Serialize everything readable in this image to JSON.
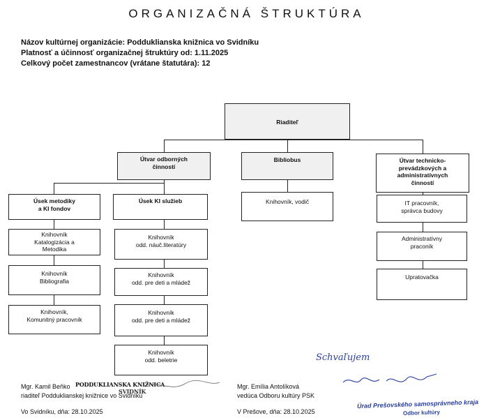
{
  "title": "ORGANIZAČNÁ ŠTRUKTÚRA",
  "meta": {
    "line1": "Názov kultúrnej organizácie: Podduklianska knižnica vo Svidníku",
    "line2": "Platnosť a účinnosť organizačnej štruktúry od: 1.11.2025",
    "line3": "Celkový počet zamestnancov (vrátane štatutára): 12"
  },
  "org": {
    "director": "Riaditeľ",
    "dept_professional": [
      "Útvar odborných",
      "činností"
    ],
    "dept_bibliobus": "Bibliobus",
    "dept_technical": [
      "Útvar technicko-",
      "prevádzkových a",
      "administratívnych",
      "činností"
    ],
    "section_methodics": [
      "Úsek metodiky",
      "a KI fondov"
    ],
    "section_services": "Úsek KI služieb",
    "bibliobus_staff": "Knihovník, vodič",
    "tech_staff": [
      [
        "IT pracovník,",
        "správca budovy"
      ],
      [
        "Administratívny",
        "praconík"
      ],
      [
        "Upratovačka"
      ]
    ],
    "methodics_staff": [
      [
        "Knihovník",
        "Katalogizácia a",
        "Metodika"
      ],
      [
        "Knihovník",
        "Bibliografia"
      ],
      [
        "Knihovník,",
        "Komunitný pracovník"
      ]
    ],
    "services_staff": [
      [
        "Knihovník",
        "odd. náuč.literatúry"
      ],
      [
        "Knihovník",
        "odd. pre deti a mládež"
      ],
      [
        "Knihovník",
        "odd. pre deti a mládež"
      ],
      [
        "Knihovník",
        "odd. beletrie"
      ]
    ]
  },
  "signatures": {
    "left_name": "Mgr. Kamil Beňko",
    "left_role": "riaditeľ Podduklianskej knižnice vo Svidníku",
    "left_stamp": [
      "PODDUKLIANSKA KNIŽNICA",
      "SVIDNÍK"
    ],
    "left_date": "Vo Svidníku, dňa: 28.10.2025",
    "right_handwritten": "Schvaľujem",
    "right_name": "Mgr. Emília Antolíková",
    "right_role": "vedúca Odboru kultúry PSK",
    "right_date": "V Prešove, dňa: 28.10.2025",
    "right_stamp": [
      "Úrad Prešovského samosprávneho kraja",
      "Odbor kultúry"
    ]
  },
  "colors": {
    "ink": "#111111",
    "stamp_blue": "#2a3fa0",
    "box_shade": "#f0f0f0"
  }
}
